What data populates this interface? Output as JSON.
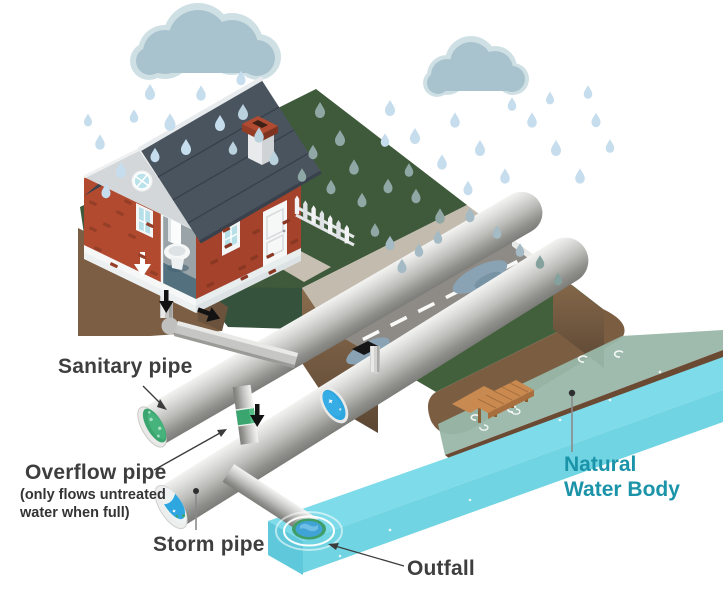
{
  "diagram": {
    "title_implied": "Combined sewer / stormwater diagram",
    "labels": {
      "sanitary": "Sanitary pipe",
      "overflow": "Overflow pipe",
      "overflow_note_line1": "(only flows untreated",
      "overflow_note_line2": "water when full)",
      "storm": "Storm pipe",
      "outfall": "Outfall",
      "water_body_line1": "Natural",
      "water_body_line2": "Water Body"
    },
    "colors": {
      "label_text": "#3e3e3e",
      "water_body_label": "#1b93a8",
      "sanitary_water": "#3ba56f",
      "storm_water": "#2ea7e0",
      "open_water": "#7edbe9",
      "shallow_water": "#99b7a9",
      "soil": "#7b5e43",
      "lawn": "#3e5a3a",
      "road": "#8e8b86",
      "roof": "#4a545f",
      "brick": "#b24a30",
      "cloud": "#a9c3ce",
      "raindrop": "#c6dded"
    },
    "icons": [
      "rain-cloud-icon",
      "raindrop-icon",
      "house-icon",
      "toilet-icon",
      "picket-fence-icon",
      "storm-drain-grate-icon",
      "dock-icon",
      "flow-arrow-icon",
      "ripple-icon"
    ]
  }
}
